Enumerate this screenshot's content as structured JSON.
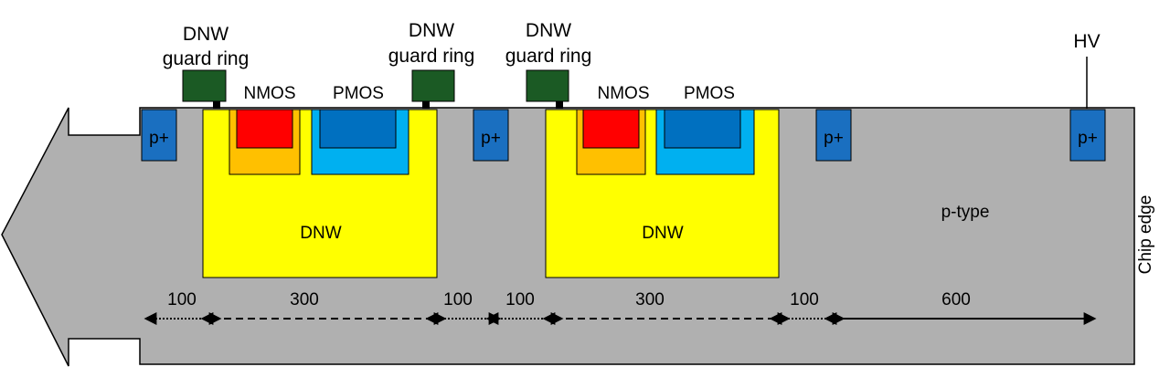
{
  "labels": {
    "dnw_guard_ring": [
      "DNW",
      "guard ring"
    ],
    "nmos": "NMOS",
    "pmos": "PMOS",
    "p_plus": "p+",
    "dnw": "DNW",
    "p_type": "p-type",
    "hv": "HV",
    "chip_edge": "Chip edge"
  },
  "dimensions": [
    "100",
    "300",
    "100",
    "100",
    "300",
    "100",
    "600"
  ],
  "colors": {
    "substrate": "#b0b0b0",
    "dnw": "#ffff00",
    "p_plus": "#1a6fc0",
    "nmos_well": "#ffc000",
    "nmos_active": "#ff0000",
    "pmos_well": "#00b0f0",
    "pmos_active": "#0070c0",
    "guard_ring_contact": "#1b5a24"
  }
}
